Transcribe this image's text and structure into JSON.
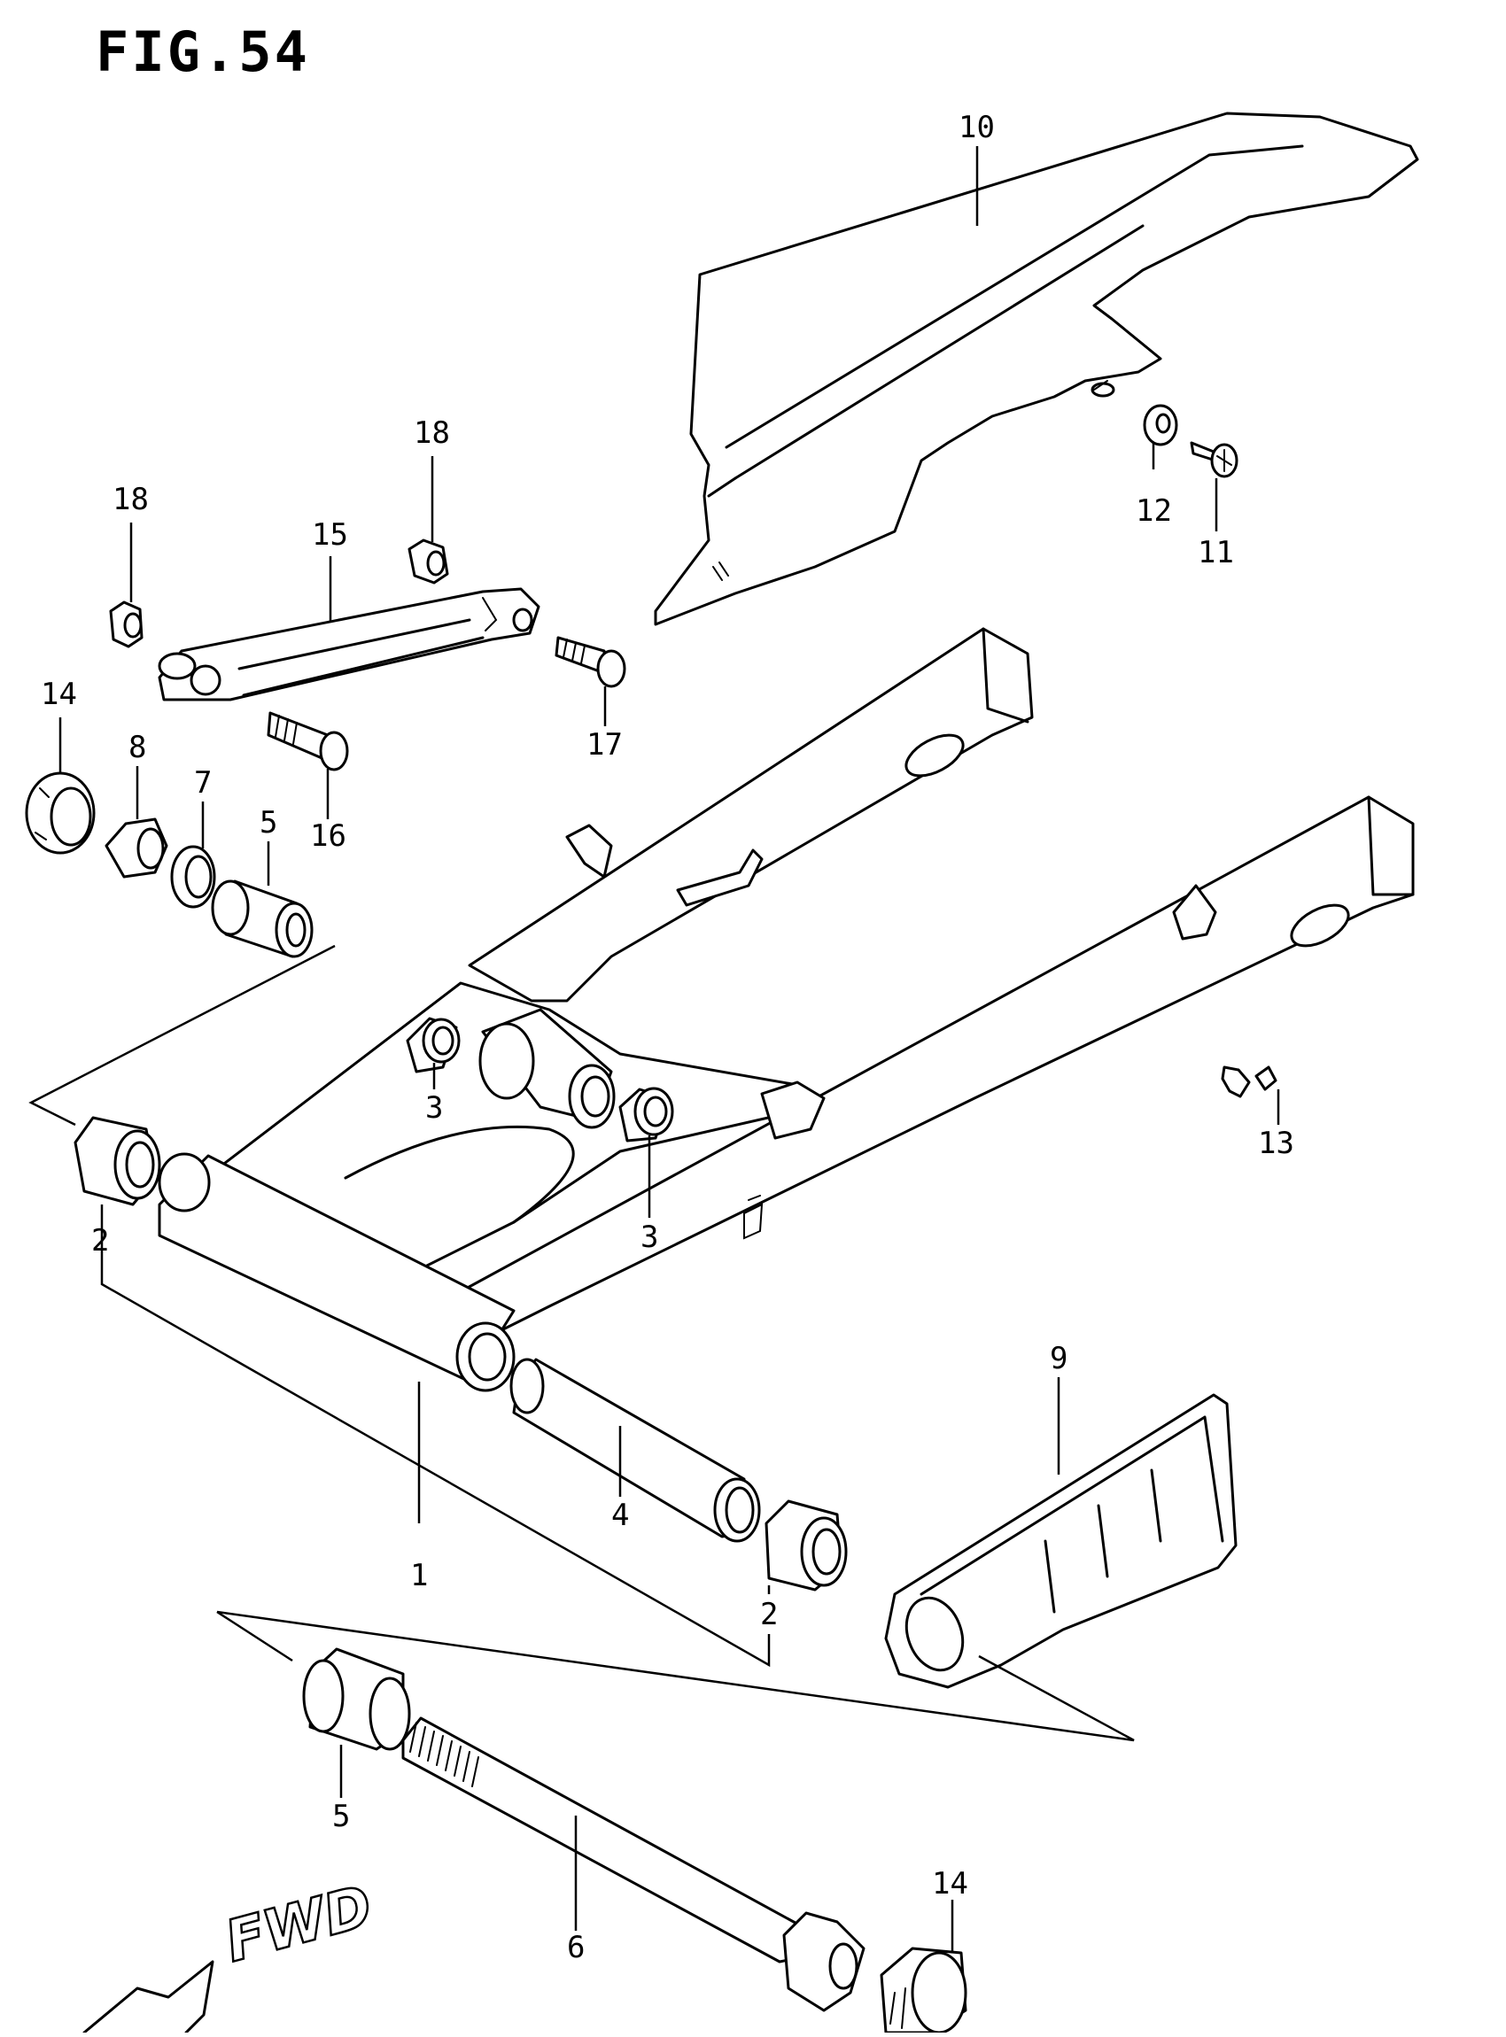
{
  "figure": {
    "title": "FIG.54"
  },
  "direction": {
    "label": "FWD"
  },
  "callouts": [
    {
      "id": "c1",
      "number": "1"
    },
    {
      "id": "c2a",
      "number": "2"
    },
    {
      "id": "c2b",
      "number": "2"
    },
    {
      "id": "c3a",
      "number": "3"
    },
    {
      "id": "c3b",
      "number": "3"
    },
    {
      "id": "c4",
      "number": "4"
    },
    {
      "id": "c5a",
      "number": "5"
    },
    {
      "id": "c5b",
      "number": "5"
    },
    {
      "id": "c6",
      "number": "6"
    },
    {
      "id": "c7",
      "number": "7"
    },
    {
      "id": "c8",
      "number": "8"
    },
    {
      "id": "c9",
      "number": "9"
    },
    {
      "id": "c10",
      "number": "10"
    },
    {
      "id": "c11",
      "number": "11"
    },
    {
      "id": "c12",
      "number": "12"
    },
    {
      "id": "c13",
      "number": "13"
    },
    {
      "id": "c14a",
      "number": "14"
    },
    {
      "id": "c14b",
      "number": "14"
    },
    {
      "id": "c15",
      "number": "15"
    },
    {
      "id": "c16",
      "number": "16"
    },
    {
      "id": "c17",
      "number": "17"
    },
    {
      "id": "c18a",
      "number": "18"
    },
    {
      "id": "c18b",
      "number": "18"
    }
  ]
}
